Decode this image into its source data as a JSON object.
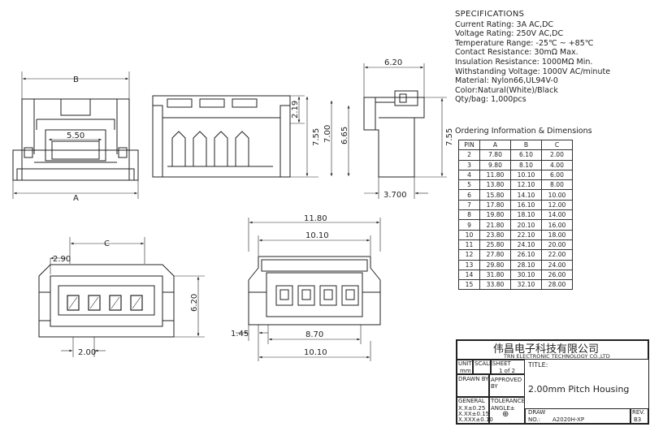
{
  "views": {
    "top": {
      "dim_B": "B",
      "dim_A": "A",
      "dim_550": "5.50"
    },
    "front": {
      "dim_219": "2.19",
      "dim_755": "7.55",
      "dim_700": "7.00",
      "dim_665": "6.65"
    },
    "side": {
      "dim_620": "6.20",
      "dim_3700": "3.700",
      "dim_755": "7.55"
    },
    "bottom": {
      "dim_C": "C",
      "dim_290": "2.90",
      "dim_620": "6.20",
      "dim_200": "2.00"
    },
    "rear": {
      "dim_1180": "11.80",
      "dim_1010_top": "10.10",
      "dim_145": "1.45",
      "dim_870": "8.70",
      "dim_1010_bottom": "10.10"
    }
  },
  "specifications": {
    "title": "SPECIFICATIONS",
    "lines": [
      "Current Rating: 3A AC,DC",
      "Voltage Rating: 250V AC,DC",
      "Temperature Range: -25℃ ~ +85℃",
      "Contact Resistance: 30mΩ Max.",
      "Insulation Resistance: 1000MΩ Min.",
      "Withstanding Voltage: 1000V AC/minute",
      "Material: Nylon66,UL94V-0",
      "Color:Natural(White)/Black",
      "Qty/bag: 1,000pcs"
    ]
  },
  "ordering": {
    "title": "Ordering Information & Dimensions",
    "headers": [
      "PIN",
      "A",
      "B",
      "C"
    ],
    "rows": [
      [
        "2",
        "7.80",
        "6.10",
        "2.00"
      ],
      [
        "3",
        "9.80",
        "8.10",
        "4.00"
      ],
      [
        "4",
        "11.80",
        "10.10",
        "6.00"
      ],
      [
        "5",
        "13.80",
        "12.10",
        "8.00"
      ],
      [
        "6",
        "15.80",
        "14.10",
        "10.00"
      ],
      [
        "7",
        "17.80",
        "16.10",
        "12.00"
      ],
      [
        "8",
        "19.80",
        "18.10",
        "14.00"
      ],
      [
        "9",
        "21.80",
        "20.10",
        "16.00"
      ],
      [
        "10",
        "23.80",
        "22.10",
        "18.00"
      ],
      [
        "11",
        "25.80",
        "24.10",
        "20.00"
      ],
      [
        "12",
        "27.80",
        "26.10",
        "22.00"
      ],
      [
        "13",
        "29.80",
        "28.10",
        "24.00"
      ],
      [
        "14",
        "31.80",
        "30.10",
        "26.00"
      ],
      [
        "15",
        "33.80",
        "32.10",
        "28.00"
      ]
    ]
  },
  "title_block": {
    "company_cn": "伟昌电子科技有限公司",
    "company_en": "TRN ELECTRONIC TECHNOLOGY CO.,LTD",
    "unit_label": "UNIT",
    "unit_value": "mm",
    "scale_label": "SCALE",
    "sheet_label": "SHEET",
    "sheet_value": "1 of 2",
    "title_label": "TITLE:",
    "drawn_by": "DRAWN BY",
    "approved_by": "APPROVED BY",
    "title_value": "2.00mm Pitch Housing",
    "general": "GENERAL",
    "tolerance": "TOLERANCE",
    "tol_1": "X.X±0.25",
    "tol_2": "X.XX±0.15",
    "tol_3": "X.XXX±0.10",
    "angle": "ANGLE±",
    "draw_label": "DRAW",
    "no_label": "NO.:",
    "draw_no": "A2020H-XP",
    "rev_label": "REV.",
    "rev_value": "B3"
  }
}
